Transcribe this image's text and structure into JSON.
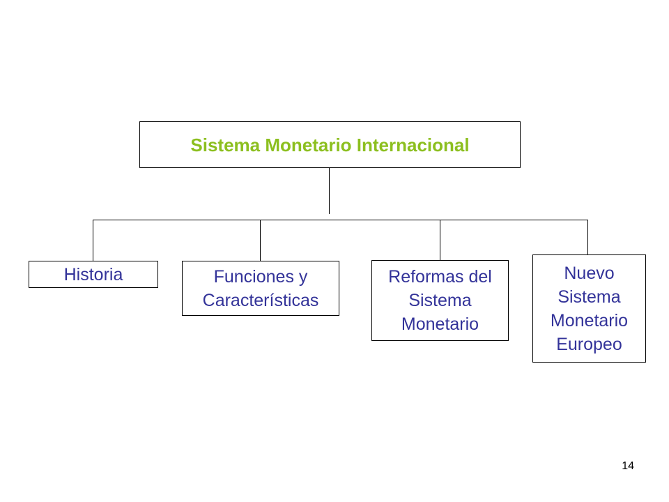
{
  "diagram": {
    "root": {
      "label": "Sistema Monetario Internacional"
    },
    "children": [
      {
        "label": "Historia"
      },
      {
        "label": "Funciones y\nCaracterísticas"
      },
      {
        "label": "Reformas del\nSistema\nMonetario"
      },
      {
        "label": "Nuevo\nSistema\nMonetario\nEuropeo"
      }
    ]
  },
  "colors": {
    "root_text": "#8cbf1f",
    "child_text": "#333399",
    "border": "#000000"
  },
  "page_number": "14"
}
